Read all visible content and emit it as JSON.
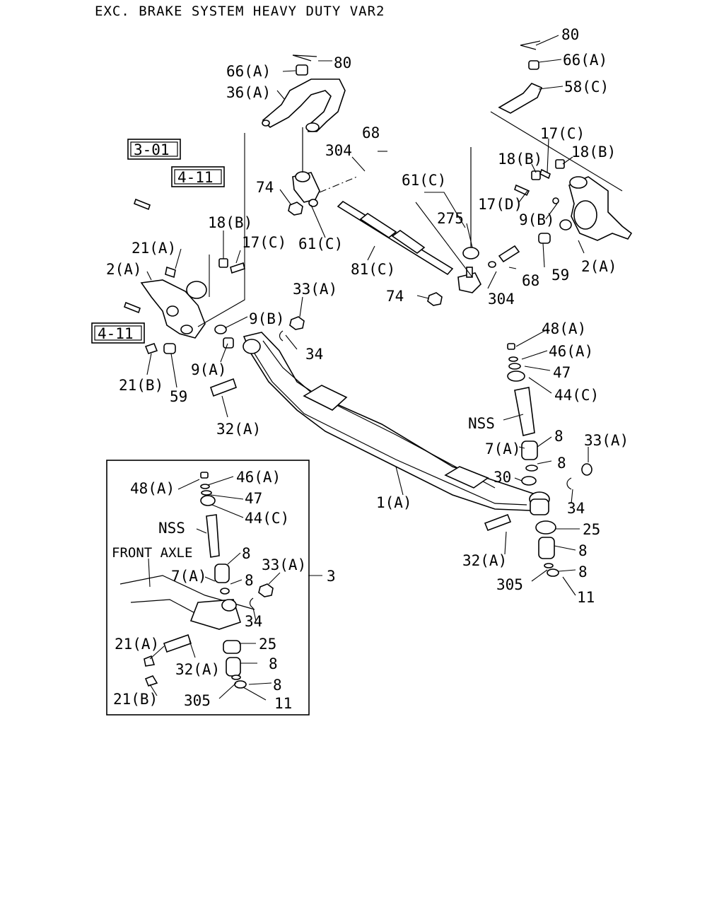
{
  "title": "EXC. BRAKE SYSTEM HEAVY DUTY VAR2",
  "ref_boxes": [
    "3-01",
    "4-11",
    "4-11"
  ],
  "labels": {
    "l80a": "80",
    "l66a": "66(A)",
    "l36a": "36(A)",
    "l80b": "80",
    "l66b": "66(A)",
    "l58c": "58(C)",
    "l68a": "68",
    "l304a": "304",
    "l74a": "74",
    "l61ca": "61(C)",
    "l61cb": "61(C)",
    "l275": "275",
    "l81c": "81(C)",
    "l17ca": "17(C)",
    "l18ba": "18(B)",
    "l18bb": "18(B)",
    "l17d": "17(D)",
    "l9ba": "9(B)",
    "l2aa": "2(A)",
    "l59a": "59",
    "l68b": "68",
    "l304b": "304",
    "l74b": "74",
    "l18bc": "18(B)",
    "l17cb": "17(C)",
    "l21aa": "21(A)",
    "l2ab": "2(A)",
    "l33aa": "33(A)",
    "l9bb": "9(B)",
    "l34a": "34",
    "l9a": "9(A)",
    "l21ba": "21(B)",
    "l59b": "59",
    "l32aa": "32(A)",
    "l48aa": "48(A)",
    "l46aa": "46(A)",
    "l47a": "47",
    "l44ca": "44(C)",
    "lnssa": "NSS",
    "l8a": "8",
    "l7aa": "7(A)",
    "l8b": "8",
    "l33ab": "33(A)",
    "l30": "30",
    "l1a": "1(A)",
    "l34b": "34",
    "l25a": "25",
    "l32ab": "32(A)",
    "l8c": "8",
    "l8d": "8",
    "l305a": "305",
    "l11a": "11",
    "l48ab": "48(A)",
    "l46ab": "46(A)",
    "l47b": "47",
    "l44cb": "44(C)",
    "lnssb": "NSS",
    "lfront": "FRONT AXLE",
    "l8e": "8",
    "l7ab": "7(A)",
    "l33ac": "33(A)",
    "l8f": "8",
    "l3": "3",
    "l34c": "34",
    "l21ab": "21(A)",
    "l25b": "25",
    "l32ac": "32(A)",
    "l8g": "8",
    "l8h": "8",
    "l21bb": "21(B)",
    "l305b": "305",
    "l11b": "11"
  }
}
